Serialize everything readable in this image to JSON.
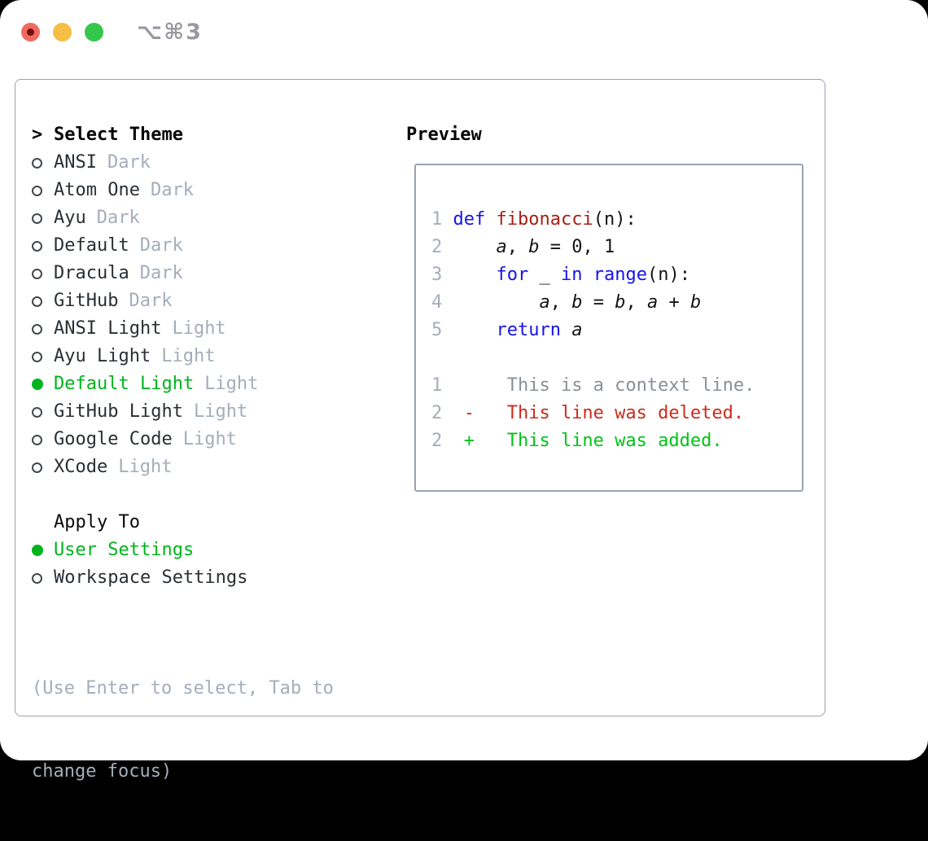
{
  "colors": {
    "selected_green": "#00b41e",
    "added_green": "#00c318",
    "deleted_red": "#cb2c1b",
    "keyword_blue": "#1613e8",
    "function_red": "#a82015",
    "muted_gray": "#a4adb9",
    "context_gray": "#8a9097",
    "text_dark": "#2a2f34",
    "heading_black": "#050505",
    "border_gray": "#9aa3af",
    "traffic_red": "#ef6b62",
    "traffic_red_dot": "#740e06",
    "traffic_yellow": "#f5be45",
    "traffic_green": "#35c74c",
    "shortcut_gray": "#97999e"
  },
  "titlebar": {
    "shortcut": "⌥⌘3"
  },
  "theme_picker": {
    "cursor": ">",
    "title": "Select Theme",
    "themes": [
      {
        "name": "ANSI",
        "variant": "Dark",
        "selected": false
      },
      {
        "name": "Atom One",
        "variant": "Dark",
        "selected": false
      },
      {
        "name": "Ayu",
        "variant": "Dark",
        "selected": false
      },
      {
        "name": "Default",
        "variant": "Dark",
        "selected": false
      },
      {
        "name": "Dracula",
        "variant": "Dark",
        "selected": false
      },
      {
        "name": "GitHub",
        "variant": "Dark",
        "selected": false
      },
      {
        "name": "ANSI Light",
        "variant": "Light",
        "selected": false
      },
      {
        "name": "Ayu Light",
        "variant": "Light",
        "selected": false
      },
      {
        "name": "Default Light",
        "variant": "Light",
        "selected": true
      },
      {
        "name": "GitHub Light",
        "variant": "Light",
        "selected": false
      },
      {
        "name": "Google Code",
        "variant": "Light",
        "selected": false
      },
      {
        "name": "XCode",
        "variant": "Light",
        "selected": false
      }
    ],
    "apply_to": {
      "title": "Apply To",
      "options": [
        {
          "label": "User Settings",
          "selected": true
        },
        {
          "label": "Workspace Settings",
          "selected": false
        }
      ]
    },
    "help_lines": [
      "(Use Enter to select, Tab to",
      "change focus)"
    ]
  },
  "preview": {
    "title": "Preview",
    "lines": [
      {
        "num": "1",
        "tokens": [
          [
            "tx",
            " "
          ],
          [
            "kw",
            "def"
          ],
          [
            "tx",
            " "
          ],
          [
            "fn",
            "fibonacci"
          ],
          [
            "tx",
            "(n):"
          ]
        ]
      },
      {
        "num": "2",
        "tokens": [
          [
            "tx",
            "     "
          ],
          [
            "it",
            "a"
          ],
          [
            "tx",
            ", "
          ],
          [
            "it",
            "b"
          ],
          [
            "tx",
            " = 0, 1"
          ]
        ]
      },
      {
        "num": "3",
        "tokens": [
          [
            "tx",
            "     "
          ],
          [
            "kw",
            "for"
          ],
          [
            "tx",
            " _ "
          ],
          [
            "kw",
            "in"
          ],
          [
            "tx",
            " "
          ],
          [
            "kw",
            "range"
          ],
          [
            "tx",
            "(n):"
          ]
        ]
      },
      {
        "num": "4",
        "tokens": [
          [
            "tx",
            "         "
          ],
          [
            "it",
            "a"
          ],
          [
            "tx",
            ", "
          ],
          [
            "it",
            "b"
          ],
          [
            "tx",
            " = "
          ],
          [
            "it",
            "b"
          ],
          [
            "tx",
            ", "
          ],
          [
            "it",
            "a"
          ],
          [
            "tx",
            " + "
          ],
          [
            "it",
            "b"
          ]
        ]
      },
      {
        "num": "5",
        "tokens": [
          [
            "tx",
            "     "
          ],
          [
            "kw",
            "return"
          ],
          [
            "tx",
            " "
          ],
          [
            "it",
            "a"
          ]
        ]
      },
      {
        "num": "",
        "tokens": []
      },
      {
        "num": "1",
        "tokens": [
          [
            "ctx",
            "      This is a context line."
          ]
        ]
      },
      {
        "num": "2",
        "tokens": [
          [
            "del",
            "  -   This line was deleted."
          ]
        ]
      },
      {
        "num": "2",
        "tokens": [
          [
            "add",
            "  +   This line was added."
          ]
        ]
      }
    ]
  }
}
